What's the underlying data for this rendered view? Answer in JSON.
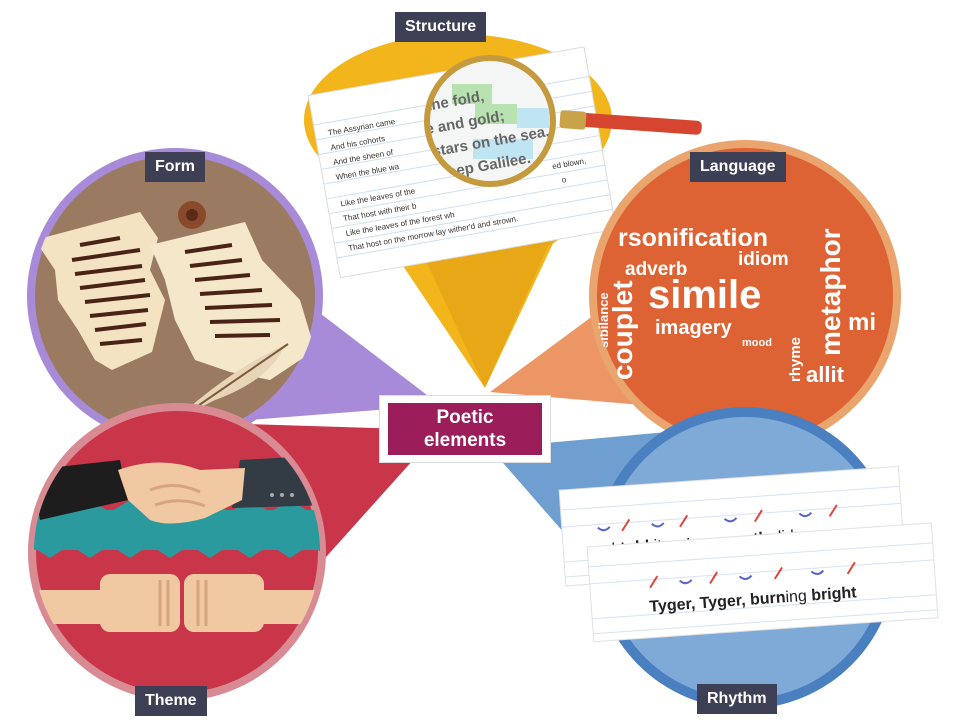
{
  "center": {
    "line1": "Poetic",
    "line2": "elements"
  },
  "labels": {
    "structure": "Structure",
    "form": "Form",
    "language": "Language",
    "theme": "Theme",
    "rhythm": "Rhythm"
  },
  "colors": {
    "structure": "#f2b51b",
    "form": "#a88bd8",
    "language": "#e9834a",
    "theme": "#c9364a",
    "rhythm": "#6f9fd0",
    "center": "#9b1d5a",
    "tag": "#3d3f55"
  },
  "structure_poem": {
    "lines": [
      "The Assyrian came",
      "And his cohorts",
      "And the sheen of",
      "When the blue wa",
      "Like the leaves of the",
      "That host with their b",
      "Like the leaves of the forest wh",
      "That host on the morrow lay wither'd and strown."
    ],
    "right_fragments": [
      "ed blown,",
      "o"
    ],
    "magnified": [
      "the fold,",
      "e and gold;",
      "stars on the sea,",
      "eep Galilee."
    ]
  },
  "language_words": [
    "rsonification",
    "adverb",
    "idiom",
    "simile",
    "couplet",
    "imagery",
    "metaphor",
    "mi",
    "sibilance",
    "mood",
    "rhyme",
    "allit"
  ],
  "rhythm_lines": {
    "line1": {
      "w1": "I",
      "w2": "told",
      "w3": "it",
      "w4": "not,",
      "w5": "my",
      "w6": "wrath",
      "w7": "did",
      "w8": "grow"
    },
    "line2": {
      "w1": "Tyger,",
      "w2": "Tyger,",
      "w3": "burn",
      "w4": "ing",
      "w5": "bright"
    }
  }
}
